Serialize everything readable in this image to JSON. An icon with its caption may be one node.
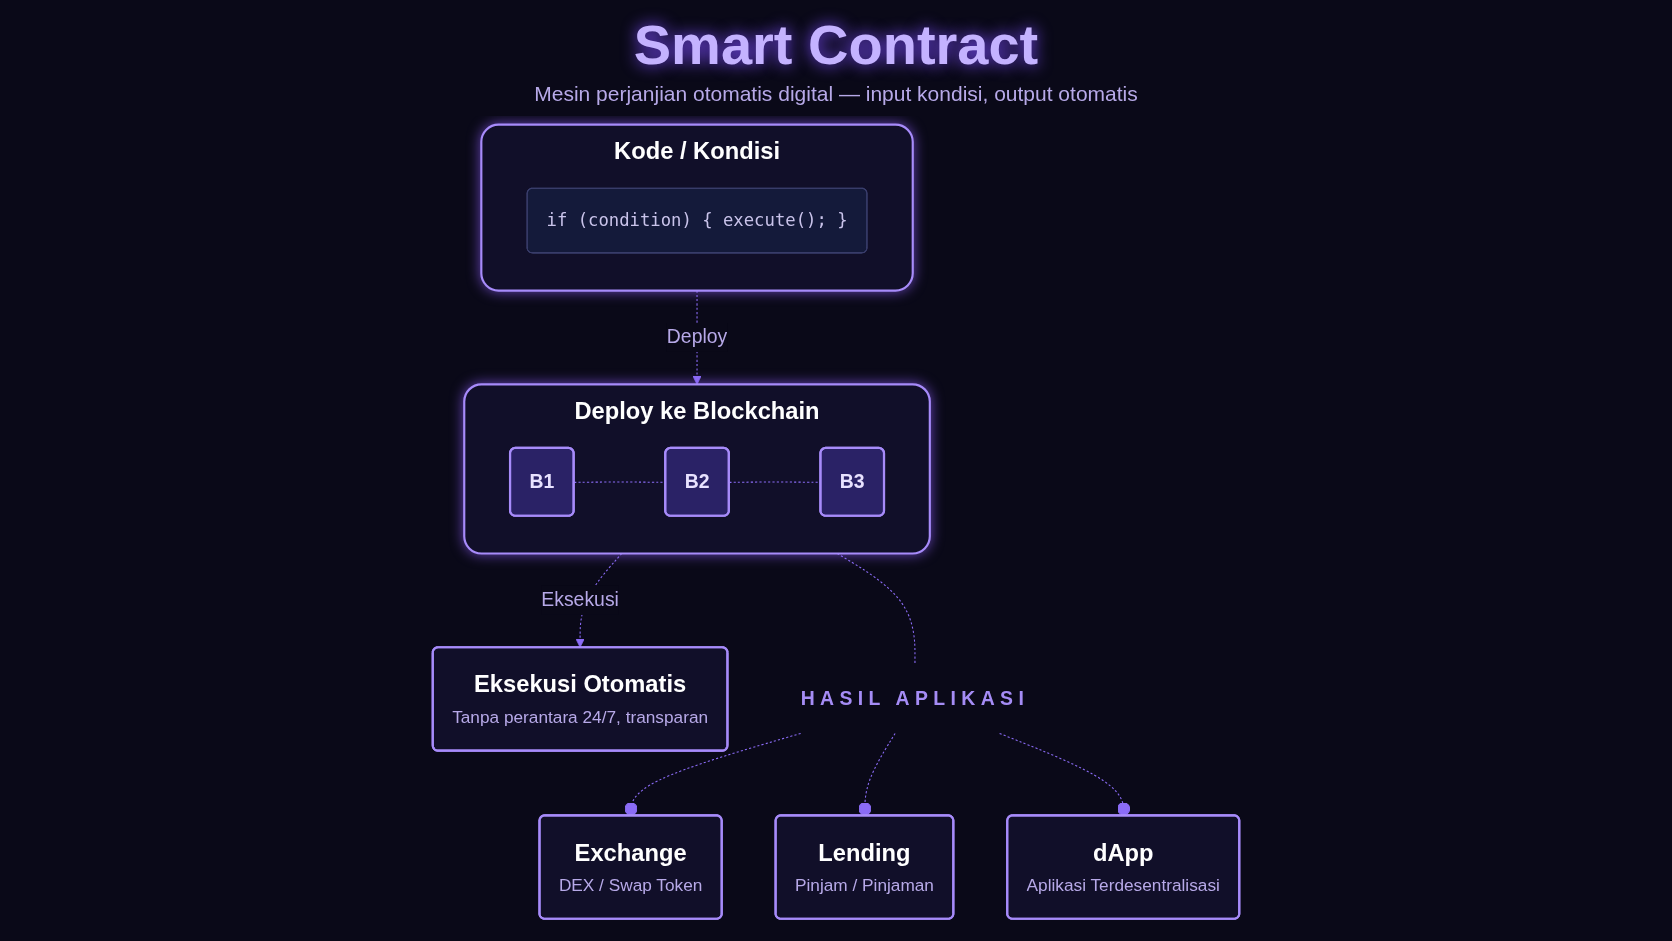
{
  "diagram": {
    "title": "Smart Contract",
    "nodes": [
      {
        "text": [
          "Kode / Kondisi"
        ]
      },
      {
        "text": [
          "if (condition) { execute(); }"
        ],
        "in": 0
      },
      {
        "text": [
          "Deploy ke Blockchain"
        ]
      },
      {
        "text": [
          "B1"
        ],
        "in": 2
      },
      {
        "text": [
          "B2"
        ],
        "in": 2
      },
      {
        "text": [
          "B3"
        ],
        "in": 2
      },
      {
        "text": [
          "Eksekusi Otomatis",
          "Tanpa perantara 24/7, transparan"
        ]
      },
      {
        "text": [
          "HASIL APLIKASI"
        ]
      },
      {
        "text": [
          "Exchange",
          "DEX / Swap Token"
        ]
      },
      {
        "text": [
          "Lending",
          "Pinjam / Pinjaman"
        ]
      },
      {
        "text": [
          "dApp",
          "Aplikasi Terdesentralisasi"
        ]
      }
    ],
    "edges": [
      {
        "from": 0,
        "to": 2,
        "arrow": "to",
        "label": "Deploy",
        "style": "dashed"
      },
      {
        "from": 3,
        "to": 4,
        "arrow": "none",
        "style": "dashed"
      },
      {
        "from": 4,
        "to": 5,
        "arrow": "none",
        "style": "dashed"
      },
      {
        "from": 2,
        "to": 6,
        "arrow": "to",
        "label": "Eksekusi",
        "style": "dashed"
      },
      {
        "from": 2,
        "to": 7,
        "arrow": "none",
        "style": "dashed"
      },
      {
        "from": 7,
        "to": 8,
        "arrow": "other",
        "style": "dashed"
      },
      {
        "from": 7,
        "to": 9,
        "arrow": "other",
        "style": "dashed"
      },
      {
        "from": 7,
        "to": 10,
        "arrow": "other",
        "style": "dashed"
      }
    ],
    "labels": [
      "Mesin perjanjian otomatis digital — input kondisi, output otomatis"
    ]
  }
}
